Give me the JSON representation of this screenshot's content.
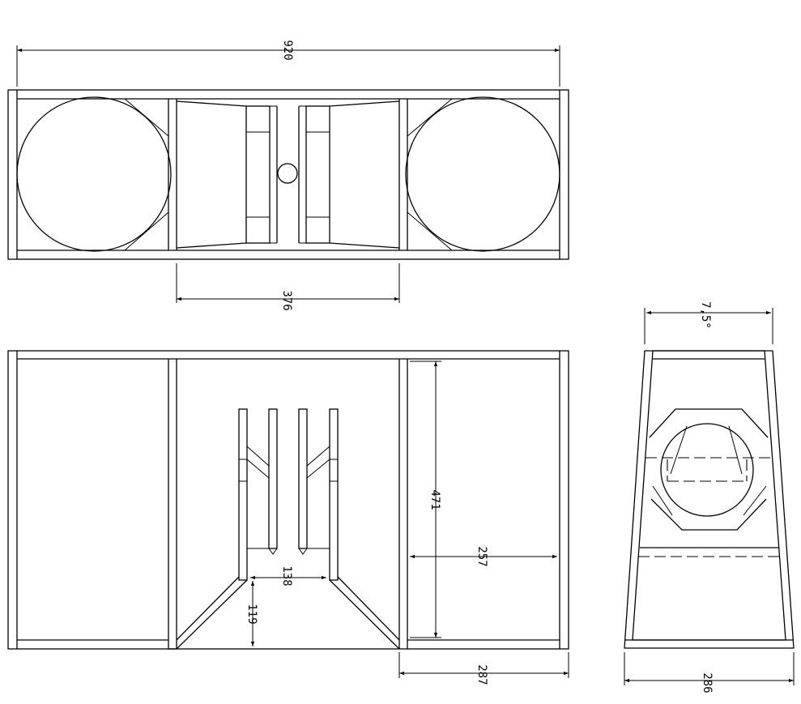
{
  "drawing": {
    "top_view": {
      "overall_width": "920",
      "horn_mouth_width": "376"
    },
    "front_view": {
      "height": "471",
      "depth": "257",
      "slot_width": "138",
      "throat_height": "119",
      "side_width": "287"
    },
    "side_view": {
      "angle": "7,5°",
      "base_width": "286"
    }
  }
}
